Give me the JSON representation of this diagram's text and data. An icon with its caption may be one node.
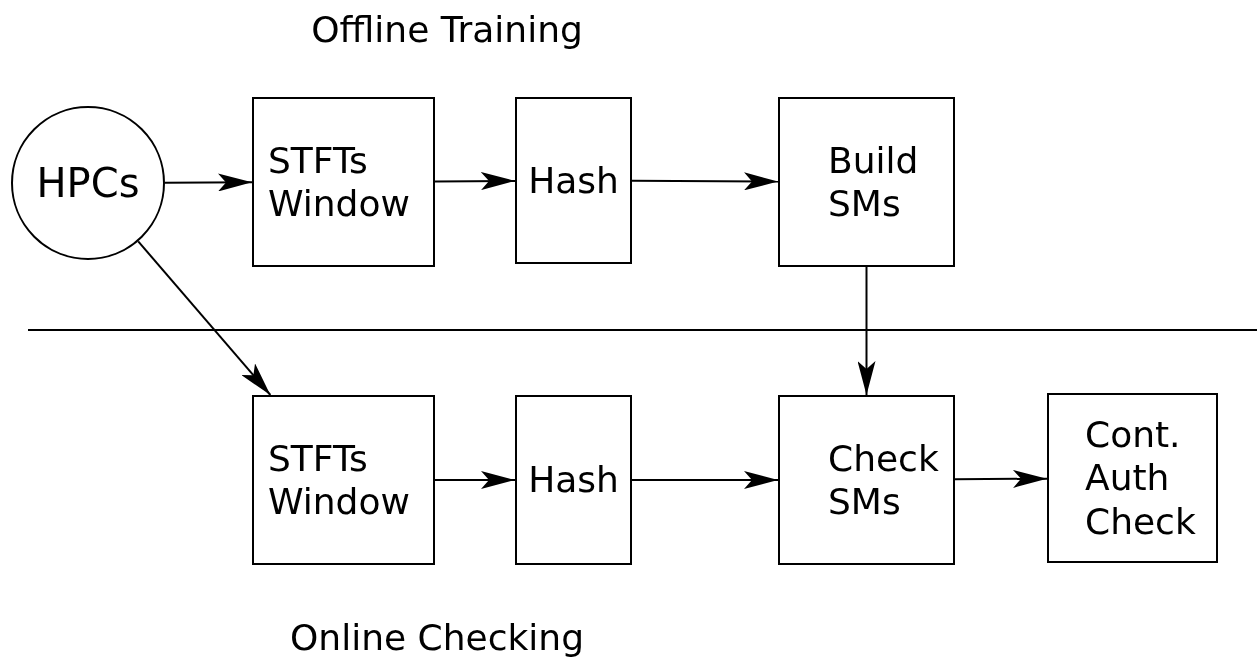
{
  "diagram": {
    "nodes": [
      {
        "text": [
          "HPCs"
        ]
      },
      {
        "text": [
          "STFTs Window"
        ]
      },
      {
        "text": [
          "Hash"
        ]
      },
      {
        "text": [
          "Build SMs"
        ]
      },
      {
        "text": [
          "STFTs Window"
        ]
      },
      {
        "text": [
          "Hash"
        ]
      },
      {
        "text": [
          "Check SMs"
        ]
      },
      {
        "text": [
          "Cont. Auth Check"
        ]
      }
    ],
    "edges": [
      {
        "from": 0,
        "to": 1,
        "arrow": "to"
      },
      {
        "from": 1,
        "to": 2,
        "arrow": "to"
      },
      {
        "from": 2,
        "to": 3,
        "arrow": "to"
      },
      {
        "from": 3,
        "to": 6,
        "arrow": "to"
      },
      {
        "from": 0,
        "to": 4,
        "arrow": "to"
      },
      {
        "from": 4,
        "to": 5,
        "arrow": "to"
      },
      {
        "from": 5,
        "to": 6,
        "arrow": "to"
      },
      {
        "from": 6,
        "to": 7,
        "arrow": "to"
      }
    ],
    "labels": [
      "Offline Training",
      "Online Checking"
    ]
  }
}
